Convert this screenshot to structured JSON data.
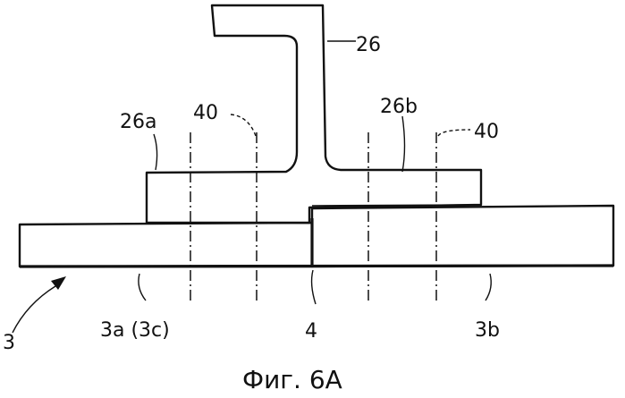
{
  "labels": {
    "member": "26",
    "flange_left": "26a",
    "flange_right": "26b",
    "line_left": "40",
    "line_right": "40",
    "workpiece": "3",
    "plate_left": "3a (3c)",
    "butt": "4",
    "plate_right": "3b"
  },
  "caption": "Фиг. 6A"
}
